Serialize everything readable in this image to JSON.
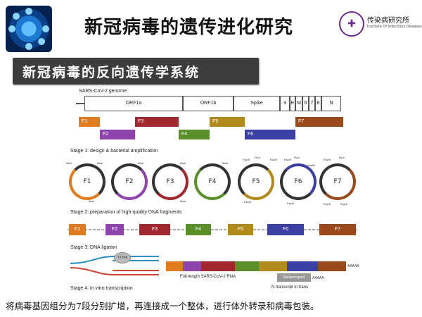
{
  "header": {
    "title": "新冠病毒的遗传进化研究",
    "institute_cn": "传染病研究所",
    "institute_en": "Institute Of Infectious Diseases"
  },
  "banner": {
    "text": "新冠病毒的反向遗传学系统"
  },
  "genome": {
    "label": "SARS-CoV-2 genome",
    "segments": [
      "ORF1a",
      "ORF1b",
      "Spike",
      "3",
      "E",
      "M",
      "6",
      "7",
      "8",
      "N"
    ]
  },
  "fragments": [
    {
      "label": "F1",
      "color": "#e07b1f"
    },
    {
      "label": "F2",
      "color": "#8e44ad"
    },
    {
      "label": "F3",
      "color": "#a0282e"
    },
    {
      "label": "F4",
      "color": "#5a8f2a"
    },
    {
      "label": "F5",
      "color": "#b08a1c"
    },
    {
      "label": "F6",
      "color": "#3c3fa6"
    },
    {
      "label": "F7",
      "color": "#9a4a1a"
    }
  ],
  "stage1": {
    "label": "Stage 1: design & bacterial amplification"
  },
  "restriction_sites": {
    "bsai": "BsaI",
    "esp3i": "Esp3I",
    "pvui": "PvuI",
    "smabi": "SmaBI"
  },
  "stage2": {
    "label": "Stage 2: preparation of high-quality DNA fragments"
  },
  "stage3": {
    "label": "Stage 3: DNA ligation",
    "polymerase": "T7 Pol"
  },
  "stage4": {
    "label": "Stage 4: in vitro transcription"
  },
  "rna": {
    "full_length": "Full-length SARS-CoV-2 RNA",
    "n_transcript": "N transcript in trans",
    "nucleocapsid": "Nucleocapsid",
    "polya": "AAAAA"
  },
  "caption": "将病毒基因组分为7段分别扩增，再连接成一个整体，进行体外转录和病毒包装。"
}
